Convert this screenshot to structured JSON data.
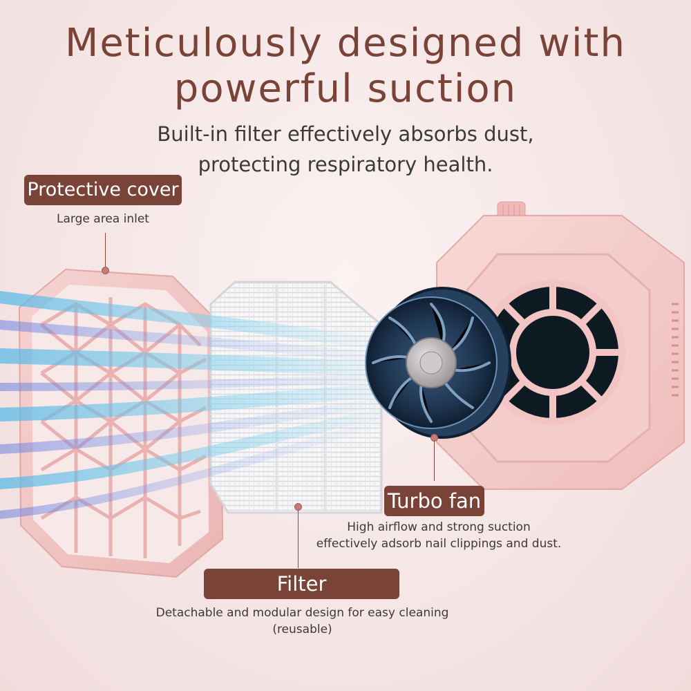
{
  "headline": {
    "line1": "Meticulously designed with",
    "line2": "powerful suction"
  },
  "subtitle": {
    "line1": "Built-in filter effectively absorbs dust,",
    "line2": "protecting respiratory health."
  },
  "callouts": {
    "protective_cover": {
      "label": "Protective cover",
      "caption": "Large area inlet"
    },
    "turbo_fan": {
      "label": "Turbo fan",
      "caption_line1": "High airflow and strong suction",
      "caption_line2": "effectively adsorb nail clippings and dust."
    },
    "filter": {
      "label": "Filter",
      "caption_line1": "Detachable and modular design for easy cleaning",
      "caption_line2": "(reusable)"
    }
  },
  "colors": {
    "brand_brown": "#7a4338",
    "product_pink": "#f3c9c7",
    "fan_blue": "#1e3550",
    "airflow_blue": "#59b9e6"
  }
}
